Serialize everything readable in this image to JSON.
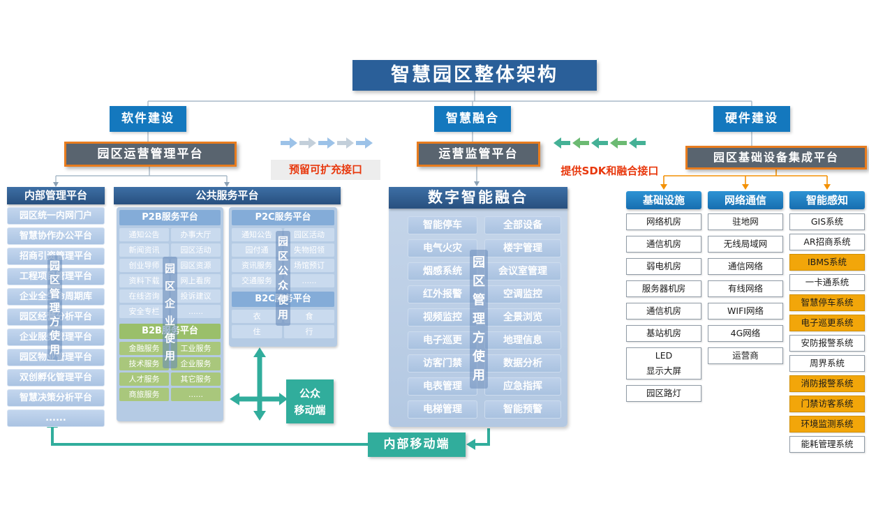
{
  "title": "智慧园区整体架构",
  "branches": {
    "software": "软件建设",
    "fusion": "智慧融合",
    "hardware": "硬件建设"
  },
  "platforms": {
    "operation": "园区运营管理平台",
    "supervision": "运营监管平台",
    "integration": "园区基础设备集成平台"
  },
  "notes": {
    "reserved": "预留可扩充接口",
    "sdk": "提供SDK和融合接口"
  },
  "internal": {
    "title": "内部管理平台",
    "overlay": "园区管理方使用",
    "items": [
      "园区统一内网门户",
      "智慧协作办公平台",
      "招商引资管理平台",
      "工程项目管理平台",
      "企业全生命周期库",
      "园区经营分析平台",
      "企业服务管理平台",
      "园区物业管理平台",
      "双创孵化管理平台",
      "智慧决策分析平台",
      "......"
    ]
  },
  "public": {
    "title": "公共服务平台",
    "overlay_enterprise": "园区企业使用",
    "overlay_public": "园区公众使用",
    "p2b": {
      "title": "P2B服务平台",
      "rows": [
        [
          "通知公告",
          "办事大厅"
        ],
        [
          "新闻资讯",
          "园区活动"
        ],
        [
          "创业导师",
          "园区资源"
        ],
        [
          "资料下载",
          "网上看房"
        ],
        [
          "在线咨询",
          "投诉建议"
        ],
        [
          "安全专栏",
          "......"
        ]
      ]
    },
    "b2b": {
      "title": "B2B服务平台",
      "rows": [
        [
          "金融服务",
          "工业服务"
        ],
        [
          "技术服务",
          "企业服务"
        ],
        [
          "人才服务",
          "其它服务"
        ],
        [
          "商旅服务",
          "......"
        ]
      ]
    },
    "p2c": {
      "title": "P2C服务平台",
      "rows": [
        [
          "通知公告",
          "园区活动"
        ],
        [
          "园付通",
          "失物招领"
        ],
        [
          "资讯服务",
          "场馆预订"
        ],
        [
          "交通服务",
          "......"
        ]
      ]
    },
    "b2c": {
      "title": "B2C服务平台",
      "rows": [
        [
          "衣",
          "食"
        ],
        [
          "住",
          "行"
        ]
      ]
    }
  },
  "fusion_panel": {
    "title": "数字智能融合",
    "overlay": "园区管理方使用",
    "left": [
      "智能停车",
      "电气火灾",
      "烟感系统",
      "红外报警",
      "视频监控",
      "电子巡更",
      "访客门禁",
      "电表管理",
      "电梯管理"
    ],
    "right": [
      "全部设备",
      "楼宇管理",
      "会议室管理",
      "空调监控",
      "全景浏览",
      "地理信息",
      "数据分析",
      "应急指挥",
      "智能预警"
    ]
  },
  "hardware": {
    "infra": {
      "title": "基础设施",
      "items": [
        "网络机房",
        "通信机房",
        "弱电机房",
        "服务器机房",
        "通信机房",
        "基站机房",
        "LED\n显示大屏",
        "园区路灯"
      ]
    },
    "network": {
      "title": "网络通信",
      "items": [
        "驻地网",
        "无线局域网",
        "通信网络",
        "有线网络",
        "WIFI网络",
        "4G网络",
        "运营商"
      ]
    },
    "sensing": {
      "title": "智能感知",
      "items": [
        "GIS系统",
        "AR招商系统",
        "IBMS系统",
        "一卡通系统",
        "智慧停车系统",
        "电子巡更系统",
        "安防报警系统",
        "周界系统",
        "消防报警系统",
        "门禁访客系统",
        "环境监测系统",
        "能耗管理系统"
      ],
      "highlighted_indices": [
        2,
        4,
        5,
        8,
        9,
        10
      ]
    }
  },
  "mobile": {
    "public_label": "公众\n移动端",
    "internal_label": "内部移动端"
  },
  "colors": {
    "title_bg": "#2a5f99",
    "branch_bg": "#1478be",
    "platform_border": "#e87c1e",
    "highlight": "#f2a60a",
    "teal": "#31ad9c",
    "red_note": "#e8380d",
    "section_header": "#2b5a8e",
    "hw_header": "#1e81c4"
  }
}
